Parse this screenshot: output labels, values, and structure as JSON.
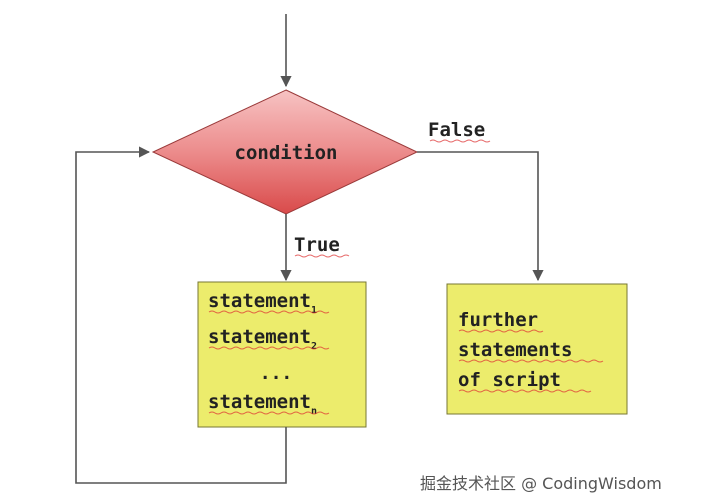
{
  "diagram": {
    "condition_label": "condition",
    "false_label": "False",
    "true_label": "True",
    "loop_body": {
      "line1": "statement",
      "line1_sub": "1",
      "line2": "statement",
      "line2_sub": "2",
      "ellipsis": "...",
      "line3": "statement",
      "line3_sub": "n"
    },
    "further_box": {
      "line1": "further",
      "line2": "statements",
      "line3": "of script"
    },
    "colors": {
      "diamond_fill_light": "#f6b8b8",
      "diamond_fill_dark": "#e15a5a",
      "box_fill": "#ecec6c",
      "line": "#555555"
    }
  },
  "watermark": "掘金技术社区 @ CodingWisdom"
}
